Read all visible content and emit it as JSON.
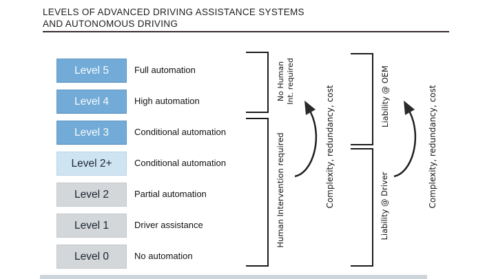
{
  "title": {
    "line1": "LEVELS OF ADVANCED DRIVING ASSISTANCE SYSTEMS",
    "line2": "AND AUTONOMOUS DRIVING"
  },
  "levels": [
    {
      "label": "Level 5",
      "description": "Full automation",
      "tier": "blue"
    },
    {
      "label": "Level 4",
      "description": "High automation",
      "tier": "blue"
    },
    {
      "label": "Level 3",
      "description": "Conditional automation",
      "tier": "blue"
    },
    {
      "label": "Level 2+",
      "description": "Conditional automation",
      "tier": "lightblue"
    },
    {
      "label": "Level 2",
      "description": "Partial automation",
      "tier": "gray"
    },
    {
      "label": "Level 1",
      "description": "Driver assistance",
      "tier": "gray"
    },
    {
      "label": "Level 0",
      "description": "No automation",
      "tier": "gray"
    }
  ],
  "brackets": {
    "no_human": {
      "line1": "No Human",
      "line2": "Int. required"
    },
    "human_intervention": "Human Intervention required",
    "liability_oem": "Liability @ OEM",
    "liability_driver": "Liability @ Driver"
  },
  "arrows": {
    "left_label": "Complexity, redundancy, cost",
    "right_label": "Complexity, redundancy, cost"
  },
  "icons": {
    "arrow": "curved-arrow-up"
  },
  "colors": {
    "level_blue": "#72abd7",
    "level_lightblue": "#cfe4f1",
    "level_gray": "#d3d7da",
    "bracket_line": "#1a1a1a",
    "title_rule": "#362a2b"
  }
}
